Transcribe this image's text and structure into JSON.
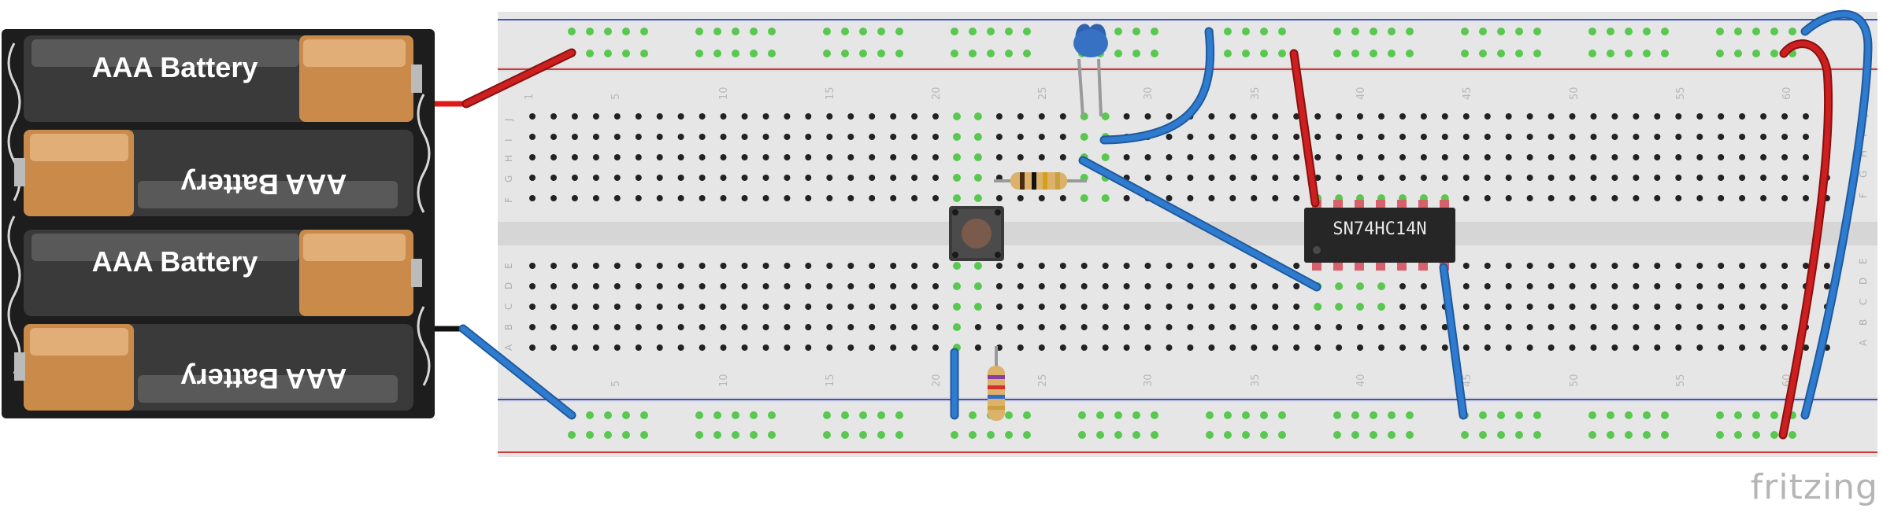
{
  "battery_pack": {
    "cells": [
      {
        "label": "AAA Battery",
        "flipped": false
      },
      {
        "label": "AAA Battery",
        "flipped": true
      },
      {
        "label": "AAA Battery",
        "flipped": false
      },
      {
        "label": "AAA Battery",
        "flipped": true
      }
    ]
  },
  "breadboard": {
    "row_labels_top": [
      "J",
      "I",
      "H",
      "G",
      "F"
    ],
    "row_labels_bottom": [
      "E",
      "D",
      "C",
      "B",
      "A"
    ],
    "column_numbers": [
      "1",
      "5",
      "10",
      "15",
      "20",
      "25",
      "30",
      "35",
      "40",
      "45",
      "50",
      "55",
      "60"
    ]
  },
  "components": {
    "ic_label": "SN74HC14N"
  },
  "colors": {
    "wire_red": "#cc1f1f",
    "wire_blue": "#2e7bcf",
    "rail_red": "#d23b3b",
    "rail_blue": "#3b4fd2",
    "hole_active": "#59c84f",
    "board": "#e4e4e4"
  },
  "branding": {
    "logo_text": "fritzing"
  }
}
